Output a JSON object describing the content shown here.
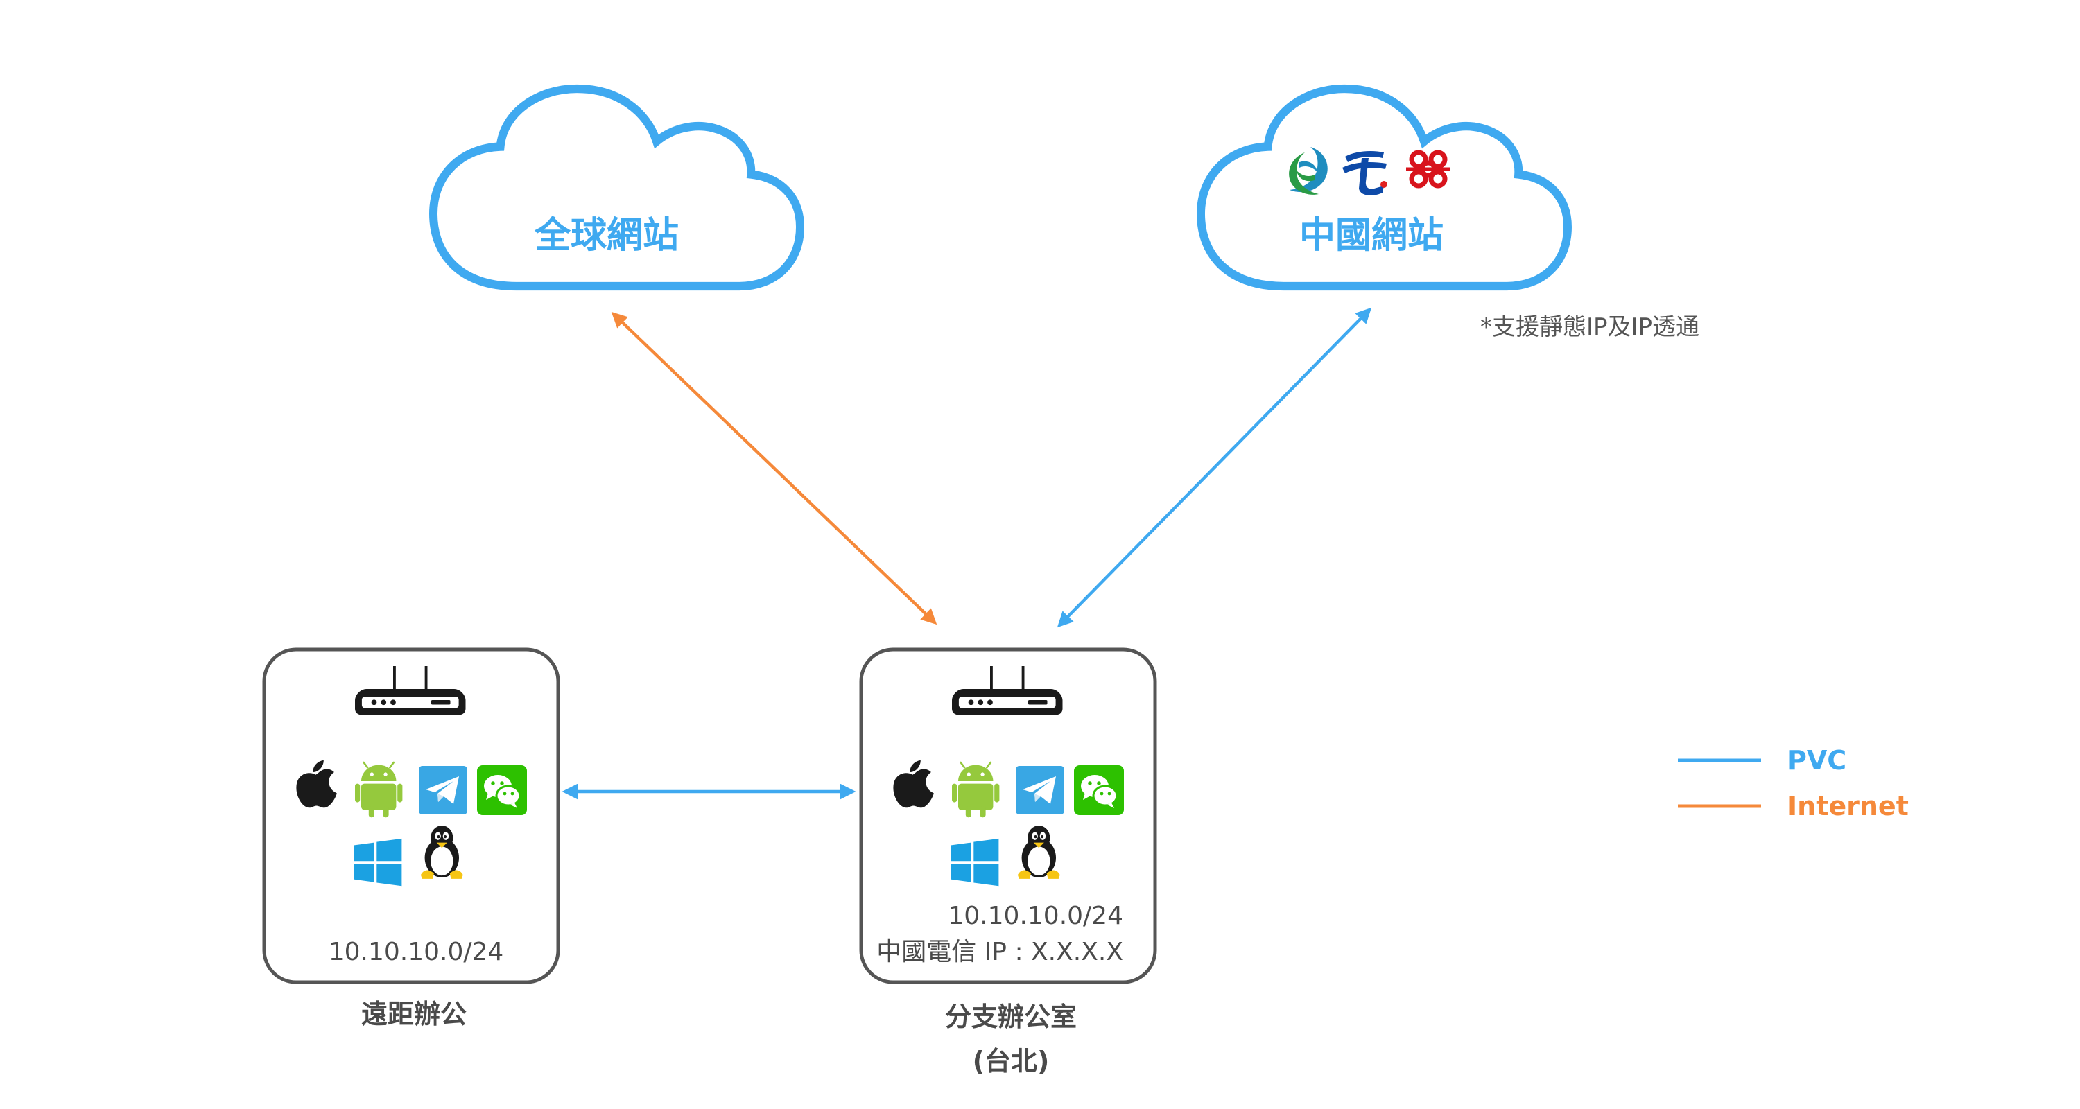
{
  "colors": {
    "pvc": "#3fa9f0",
    "internet": "#f5893a",
    "box": "#555555",
    "text": "#4a4a4a"
  },
  "clouds": {
    "global": {
      "label": "全球網站"
    },
    "china": {
      "label": "中國網站",
      "note": "*支援靜態IP及IP透通",
      "logos": [
        "china-mobile-logo",
        "china-telecom-logo",
        "china-unicom-logo"
      ]
    }
  },
  "sites": {
    "remote": {
      "name": "遠距辦公",
      "subnet": "10.10.10.0/24",
      "icons": [
        "router-icon",
        "apple-icon",
        "android-icon",
        "telegram-icon",
        "wechat-icon",
        "windows-icon",
        "linux-icon"
      ]
    },
    "branch": {
      "name_line1": "分支辦公室",
      "name_line2": "(台北)",
      "subnet": "10.10.10.0/24",
      "ip": "中國電信 IP : X.X.X.X",
      "icons": [
        "router-icon",
        "apple-icon",
        "android-icon",
        "telegram-icon",
        "wechat-icon",
        "windows-icon",
        "linux-icon"
      ]
    }
  },
  "legend": {
    "pvc": "PVC",
    "internet": "Internet"
  }
}
